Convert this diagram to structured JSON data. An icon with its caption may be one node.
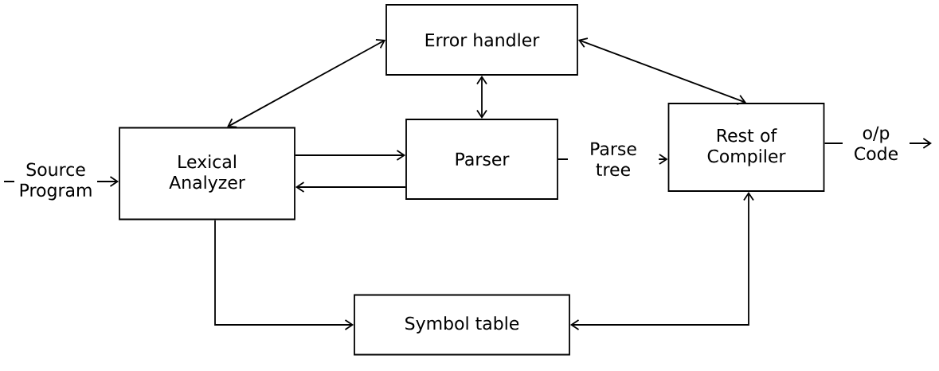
{
  "diagram": {
    "nodes": [
      {
        "text": [
          "Error handler"
        ]
      },
      {
        "text": [
          "Lexical Analyzer"
        ]
      },
      {
        "text": [
          "Parser"
        ]
      },
      {
        "text": [
          "Rest of Compiler"
        ]
      },
      {
        "text": [
          "Symbol table"
        ]
      }
    ],
    "edges": [
      {
        "from": null,
        "to": 1,
        "arrow": "to",
        "label": "Source Program"
      },
      {
        "from": 1,
        "to": 0,
        "arrow": "both"
      },
      {
        "from": 2,
        "to": 0,
        "arrow": "both"
      },
      {
        "from": 3,
        "to": 0,
        "arrow": "both"
      },
      {
        "from": 1,
        "to": 2,
        "arrow": "to"
      },
      {
        "from": 2,
        "to": 1,
        "arrow": "to"
      },
      {
        "from": 2,
        "to": 3,
        "arrow": "to",
        "label": "Parse tree"
      },
      {
        "from": 3,
        "to": null,
        "arrow": "to",
        "label": "o/p Code"
      },
      {
        "from": 1,
        "to": 4,
        "arrow": "to"
      },
      {
        "from": 3,
        "to": 4,
        "arrow": "both"
      }
    ]
  }
}
